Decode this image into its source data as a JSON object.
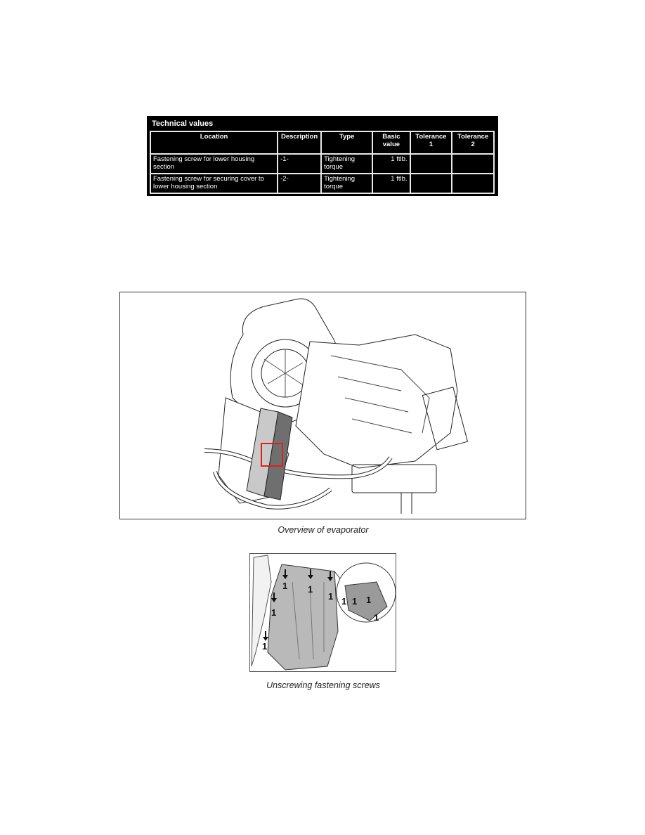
{
  "technical_values": {
    "title": "Technical values",
    "columns": [
      "Location",
      "Description",
      "Type",
      "Basic value",
      "Tolerance 1",
      "Tolerance 2"
    ],
    "rows": [
      {
        "location": "Fastening screw for lower housing section",
        "description": "-1-",
        "type": "Tightening torque",
        "basic_value": "1 ftlb.",
        "tolerance_1": "",
        "tolerance_2": ""
      },
      {
        "location": "Fastening screw for securing cover to lower housing section",
        "description": "-2-",
        "type": "Tightening torque",
        "basic_value": "1 ftlb.",
        "tolerance_1": "",
        "tolerance_2": ""
      }
    ]
  },
  "figures": [
    {
      "caption": "Overview of evaporator",
      "highlight_color": "#e0201c"
    },
    {
      "caption": "Unscrewing fastening screws",
      "callout_labels": [
        "1",
        "1",
        "1",
        "1",
        "1",
        "1",
        "1",
        "1",
        "1"
      ]
    }
  ]
}
